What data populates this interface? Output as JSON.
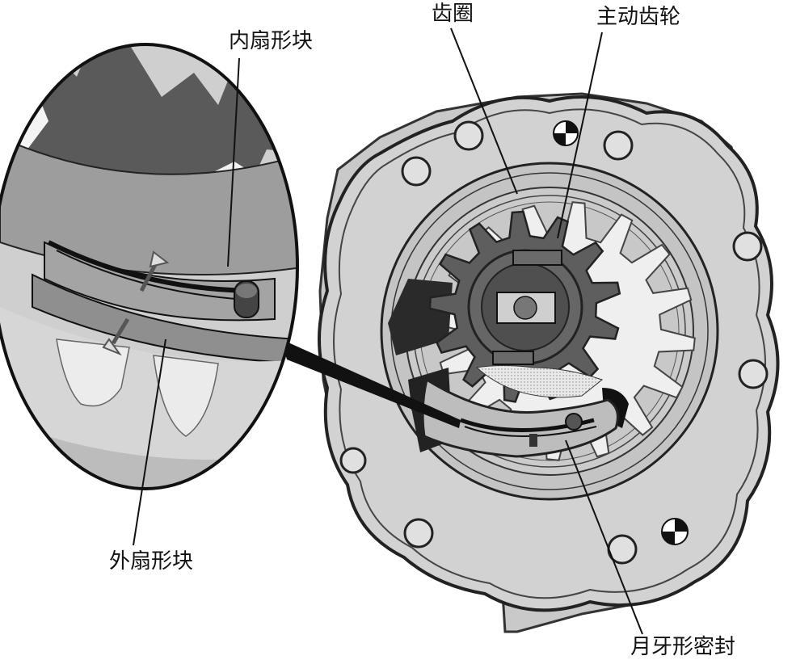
{
  "labels": {
    "ring_gear": "齿圈",
    "drive_gear": "主动齿轮",
    "inner_segment": "内扇形块",
    "outer_segment": "外扇形块",
    "crescent_seal": "月牙形密封"
  }
}
